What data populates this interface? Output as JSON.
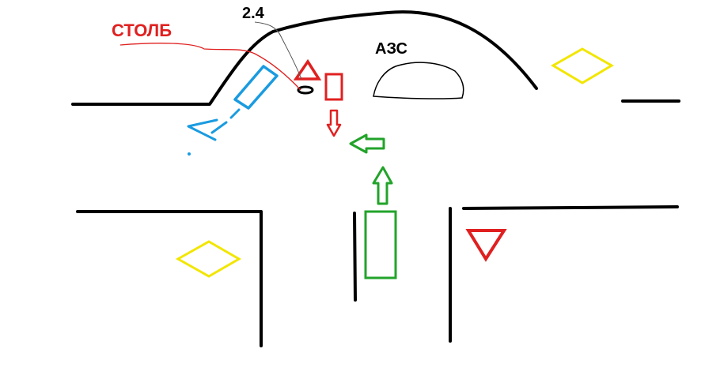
{
  "labels": {
    "pole": "СТОЛБ",
    "pole_number": "2.4",
    "gas_station": "АЗС"
  },
  "colors": {
    "road_lines": "#000000",
    "pole_label": "#e02020",
    "red_car": "#e02020",
    "green_car": "#22a32a",
    "blue_car": "#1a9be0",
    "main_road_sign": "#f2e600",
    "yield_sign": "#e02020",
    "pole_marker": "#000000",
    "gas_station_outline": "#000000",
    "pointer_line": "#555555"
  },
  "icons": {
    "main_road_signs": "yellow-diamond-sign",
    "yield_signs": "red-triangle-sign",
    "cars": "rectangle-car",
    "directions": "arrow"
  }
}
